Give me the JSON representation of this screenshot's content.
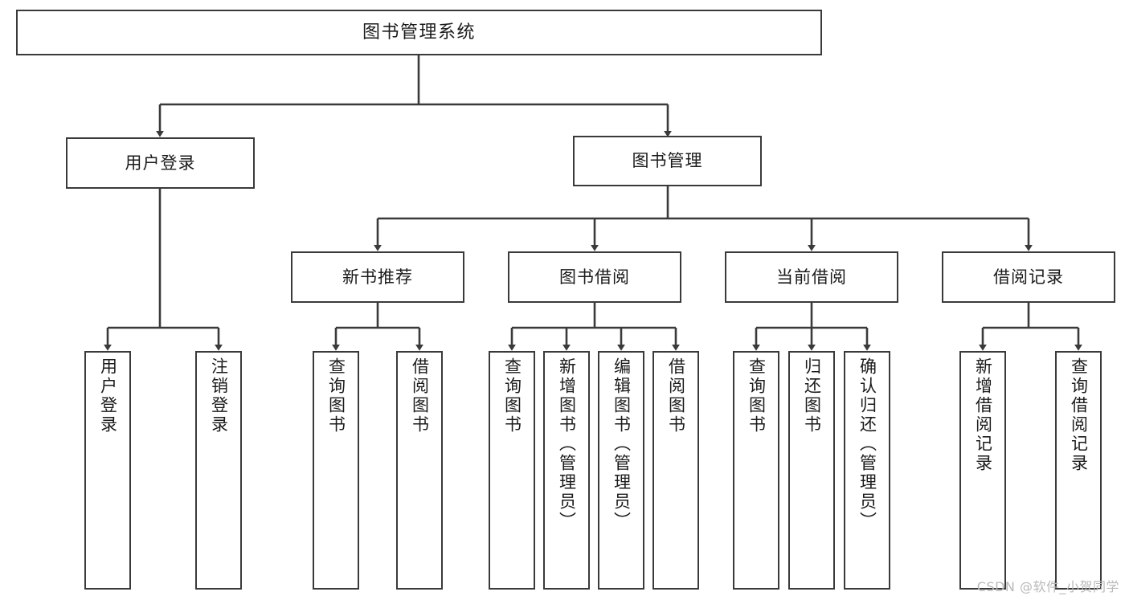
{
  "diagram": {
    "title": "图书管理系统",
    "watermark": "CSDN @软件_小贺同学",
    "line_color": "#3a3a3a",
    "box_fill": "#ffffff",
    "text_color": "#1b1b1b",
    "watermark_color": "#b9b9b9",
    "root": {
      "label": "图书管理系统"
    },
    "level1": [
      {
        "id": "user-login",
        "label": "用户登录"
      },
      {
        "id": "book-manage",
        "label": "图书管理"
      }
    ],
    "level2": [
      {
        "id": "new-book-recommend",
        "label": "新书推荐",
        "parent": "book-manage"
      },
      {
        "id": "book-borrow",
        "label": "图书借阅",
        "parent": "book-manage"
      },
      {
        "id": "current-borrow",
        "label": "当前借阅",
        "parent": "book-manage"
      },
      {
        "id": "borrow-record",
        "label": "借阅记录",
        "parent": "book-manage"
      }
    ],
    "leaves": {
      "user-login": [
        {
          "id": "leaf-user-login",
          "label": "用户登录"
        },
        {
          "id": "leaf-logout",
          "label": "注销登录"
        }
      ],
      "new-book-recommend": [
        {
          "id": "leaf-query-book-1",
          "label": "查询图书"
        },
        {
          "id": "leaf-borrow-book-1",
          "label": "借阅图书"
        }
      ],
      "book-borrow": [
        {
          "id": "leaf-query-book-2",
          "label": "查询图书"
        },
        {
          "id": "leaf-add-book",
          "label": "新增图书（管理员）"
        },
        {
          "id": "leaf-edit-book",
          "label": "编辑图书（管理员）"
        },
        {
          "id": "leaf-borrow-book-2",
          "label": "借阅图书"
        }
      ],
      "current-borrow": [
        {
          "id": "leaf-query-book-3",
          "label": "查询图书"
        },
        {
          "id": "leaf-return-book",
          "label": "归还图书"
        },
        {
          "id": "leaf-confirm-return",
          "label": "确认归还（管理员）"
        }
      ],
      "borrow-record": [
        {
          "id": "leaf-add-record",
          "label": "新增借阅记录"
        },
        {
          "id": "leaf-query-record",
          "label": "查询借阅记录"
        }
      ]
    }
  }
}
